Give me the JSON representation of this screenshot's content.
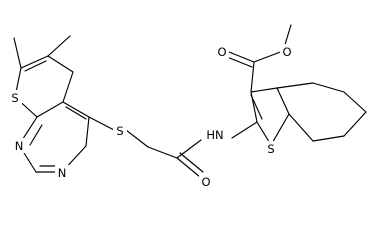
{
  "molecule": {
    "atom_labels": {
      "s_thiophene_left": "S",
      "n_pyrimidine_top": "N",
      "n_pyrimidine_bottom": "N",
      "s_thioether": "S",
      "o_amide": "O",
      "nh_amide": "HN",
      "s_thiophene_right": "S",
      "o_ester_carbonyl": "O",
      "o_ester_single": "O"
    }
  }
}
